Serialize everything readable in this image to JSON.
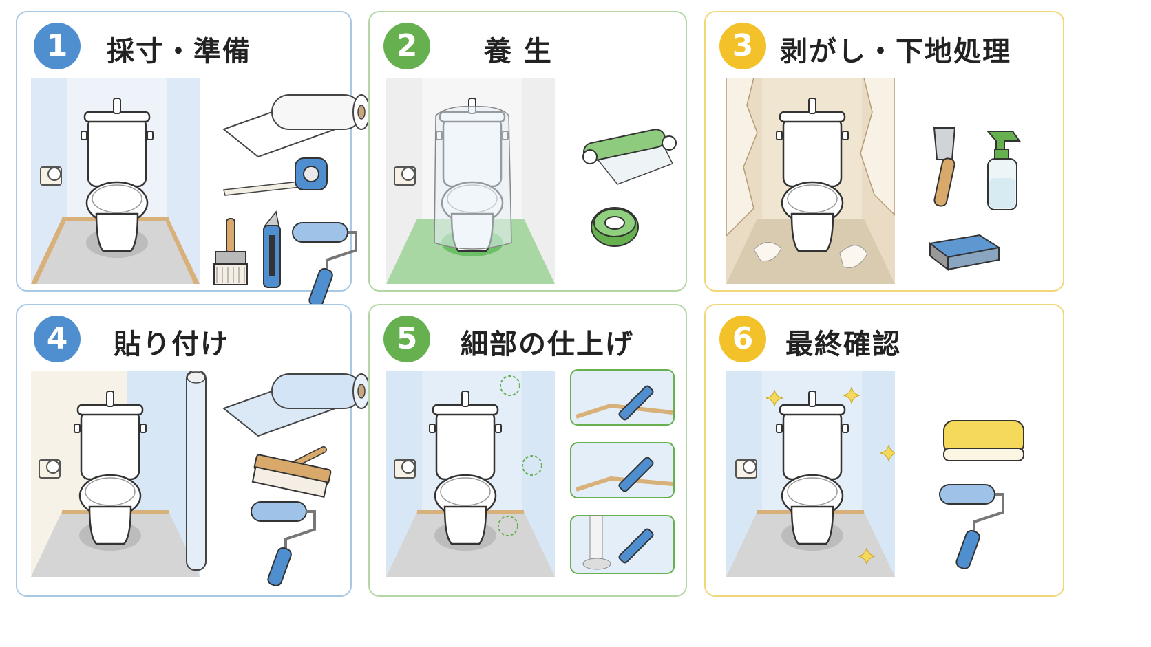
{
  "colors": {
    "blue": "#4f8fd0",
    "green": "#66b04f",
    "yellow": "#f3c22b"
  },
  "steps": [
    {
      "number": "1",
      "title": "採寸・準備"
    },
    {
      "number": "2",
      "title": "養 生"
    },
    {
      "number": "3",
      "title": "剥がし・下地処理"
    },
    {
      "number": "4",
      "title": "貼り付け"
    },
    {
      "number": "5",
      "title": "細部の仕上げ"
    },
    {
      "number": "6",
      "title": "最終確認"
    }
  ]
}
